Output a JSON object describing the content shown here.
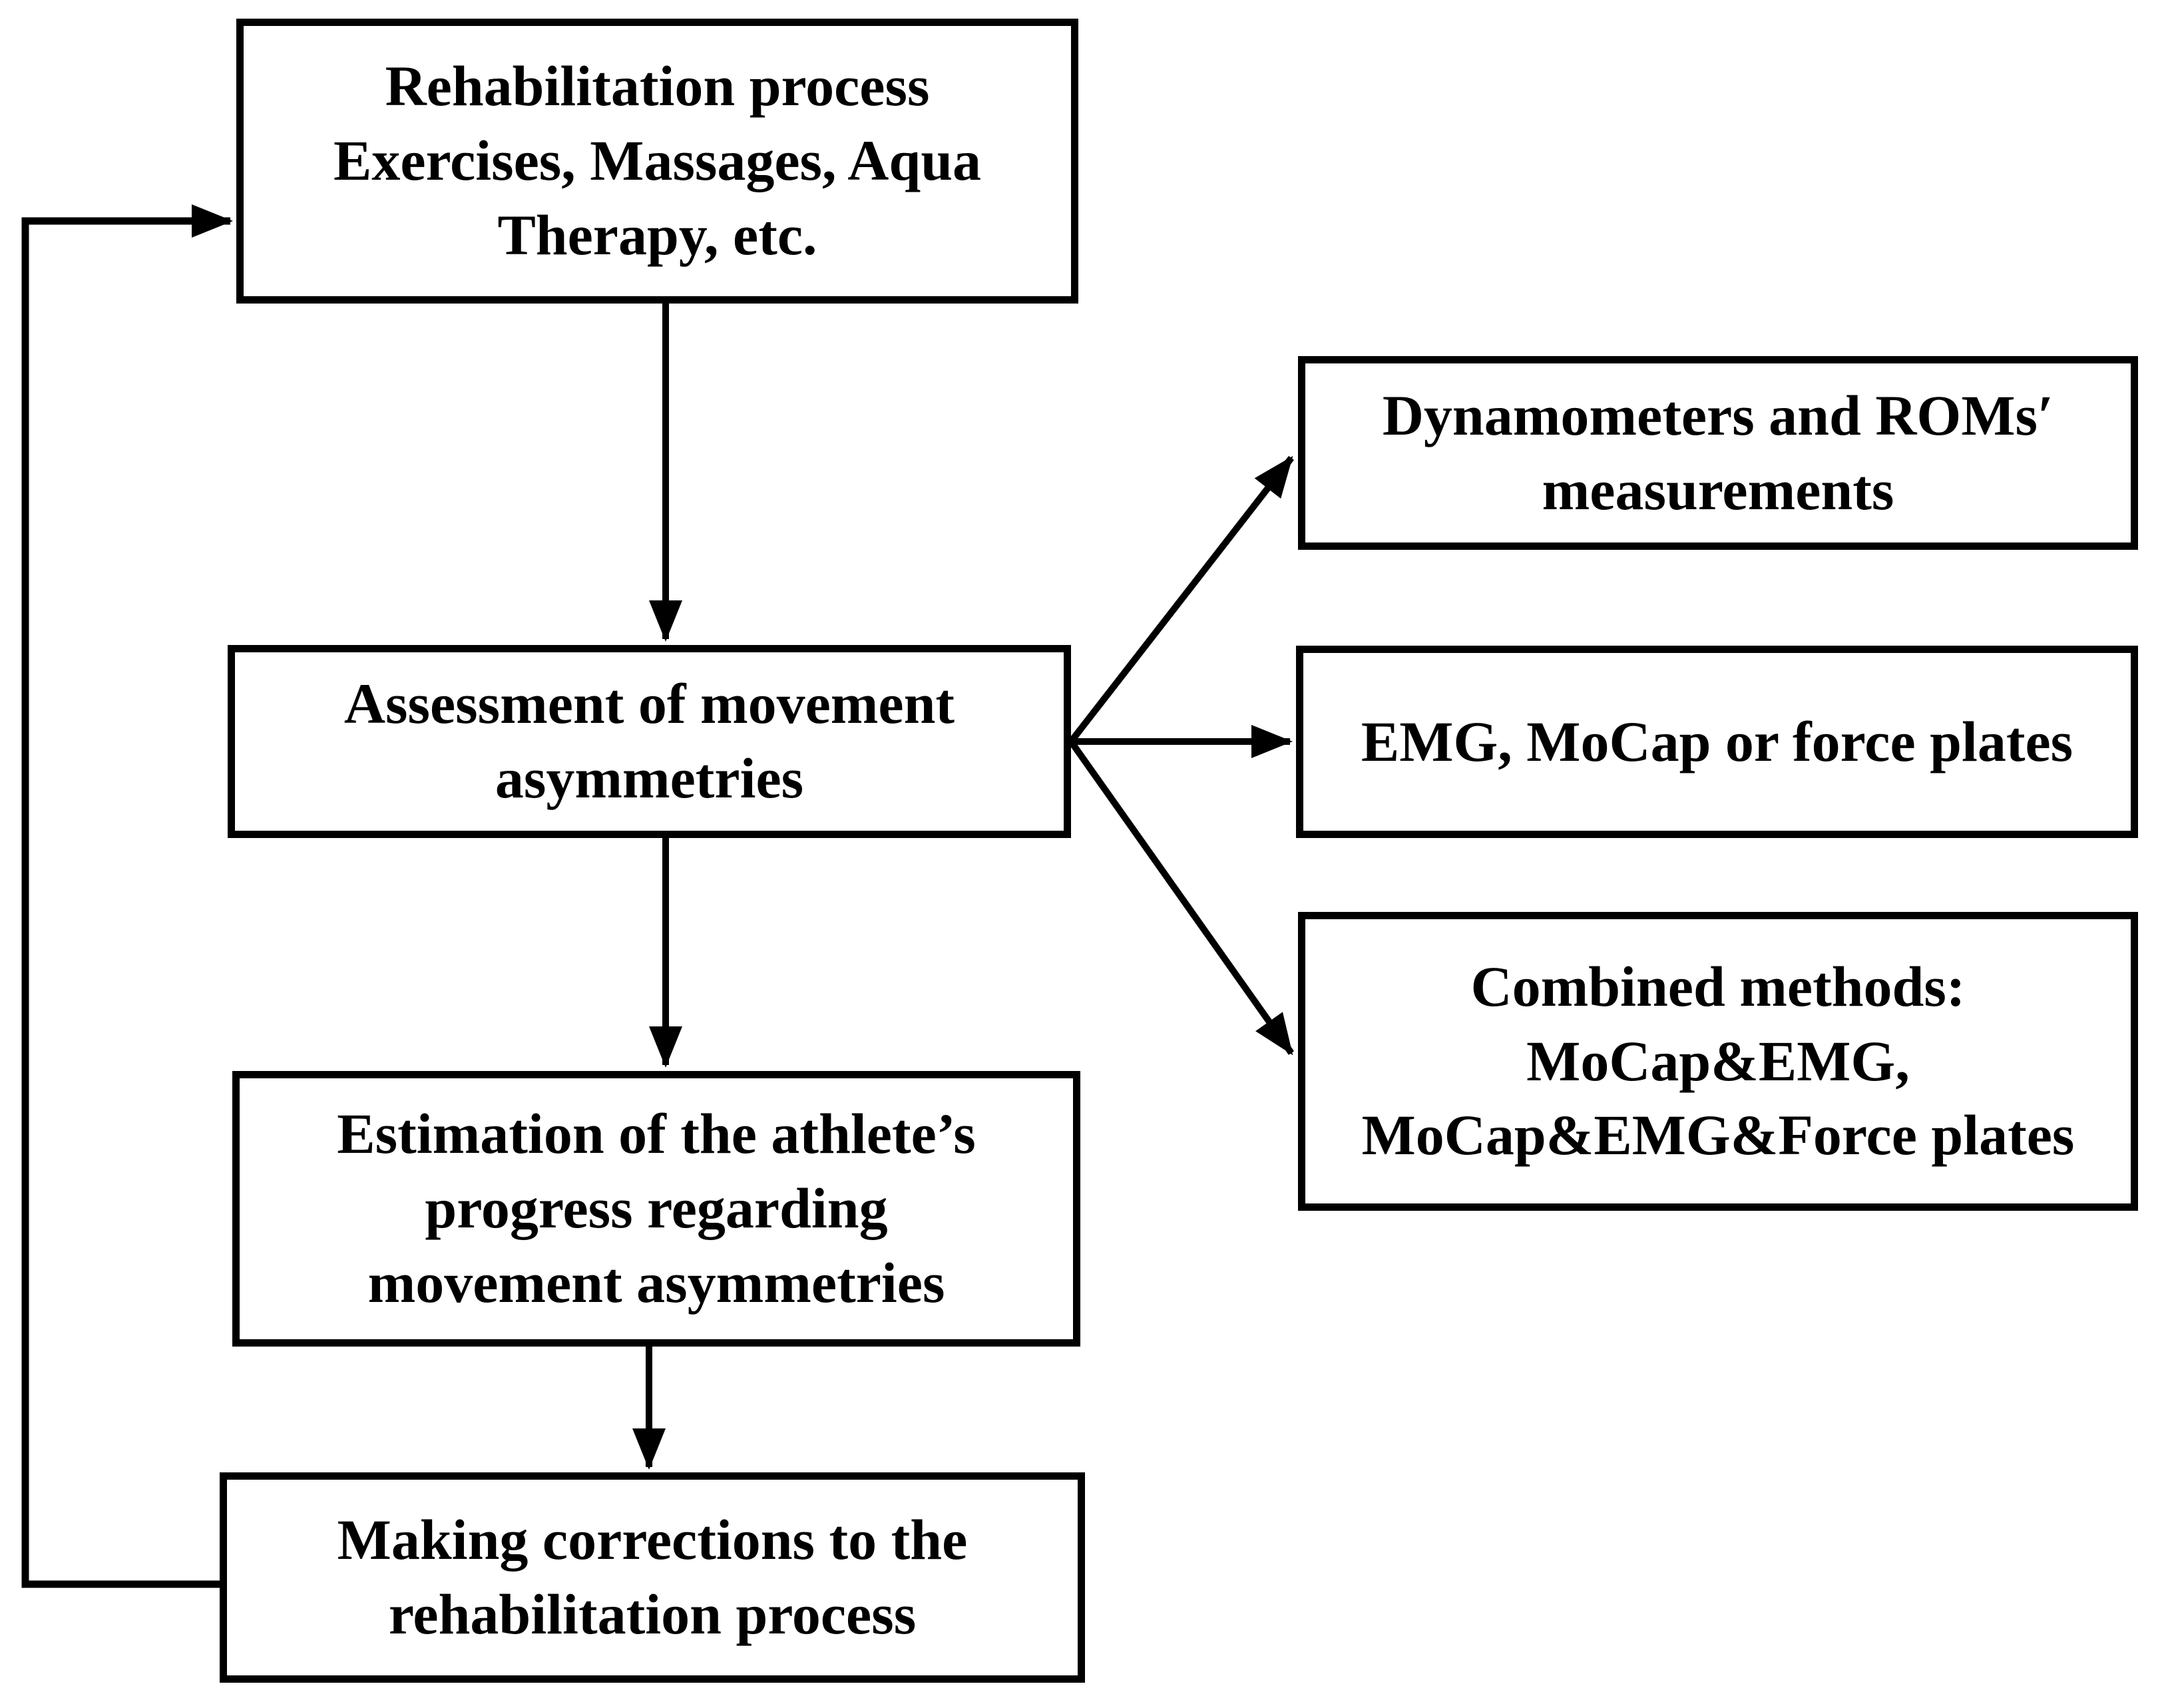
{
  "diagram": {
    "type": "flowchart",
    "background_color": "#ffffff",
    "line_color": "#000000",
    "box_fill_color": "#ffffff",
    "box_border_color": "#000000",
    "nodes": {
      "rehabilitation": {
        "label": "Rehabilitation process\nExercises, Massages, Aqua\nTherapy, etc."
      },
      "assessment": {
        "label": "Assessment of movement\nasymmetries"
      },
      "estimation": {
        "label": "Estimation of the athlete’s\nprogress regarding\nmovement asymmetries"
      },
      "corrections": {
        "label": "Making corrections to the\nrehabilitation process"
      },
      "dynamometers": {
        "label": "Dynamometers and ROMs′\nmeasurements"
      },
      "emg": {
        "label": "EMG, MoCap or force plates"
      },
      "combined": {
        "label": "Combined methods:\nMoCap&EMG,\nMoCap&EMG&Force plates"
      }
    },
    "edges": [
      {
        "from": "rehabilitation",
        "to": "assessment",
        "style": "arrow-down"
      },
      {
        "from": "assessment",
        "to": "dynamometers",
        "style": "arrow-diagonal-up"
      },
      {
        "from": "assessment",
        "to": "emg",
        "style": "arrow-right"
      },
      {
        "from": "assessment",
        "to": "combined",
        "style": "arrow-diagonal-down"
      },
      {
        "from": "assessment",
        "to": "estimation",
        "style": "arrow-down"
      },
      {
        "from": "estimation",
        "to": "corrections",
        "style": "arrow-down"
      },
      {
        "from": "corrections",
        "to": "rehabilitation",
        "style": "arrow-feedback-loop-left"
      }
    ]
  }
}
